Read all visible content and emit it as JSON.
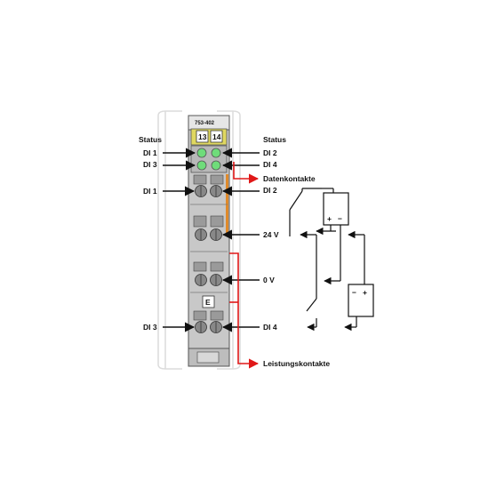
{
  "module": {
    "part_number": "753-402",
    "terminal_numbers": [
      "13",
      "14"
    ],
    "e_marker": "E"
  },
  "labels": {
    "status_left": "Status",
    "status_right": "Status",
    "di1_led": "DI 1",
    "di3_led": "DI 3",
    "di2_led": "DI 2",
    "di4_led": "DI 4",
    "di1_conn": "DI 1",
    "di2_conn": "DI 2",
    "v24": "24 V",
    "v0": "0 V",
    "di3_conn": "DI 3",
    "di4_conn": "DI 4",
    "data_contacts": "Datenkontakte",
    "power_contacts": "Leistungskontakte"
  },
  "battery_top": {
    "plus": "+",
    "minus": "−"
  },
  "battery_bottom": {
    "minus": "−",
    "plus": "+"
  },
  "colors": {
    "module_body": "#c8c8c8",
    "housing_outline": "#dcdcdc",
    "led_green": "#6fdc7a",
    "label_yellow": "#e0d860",
    "arrow_red": "#e01818",
    "strip_orange": "#e08a2a",
    "line_black": "#111111"
  }
}
